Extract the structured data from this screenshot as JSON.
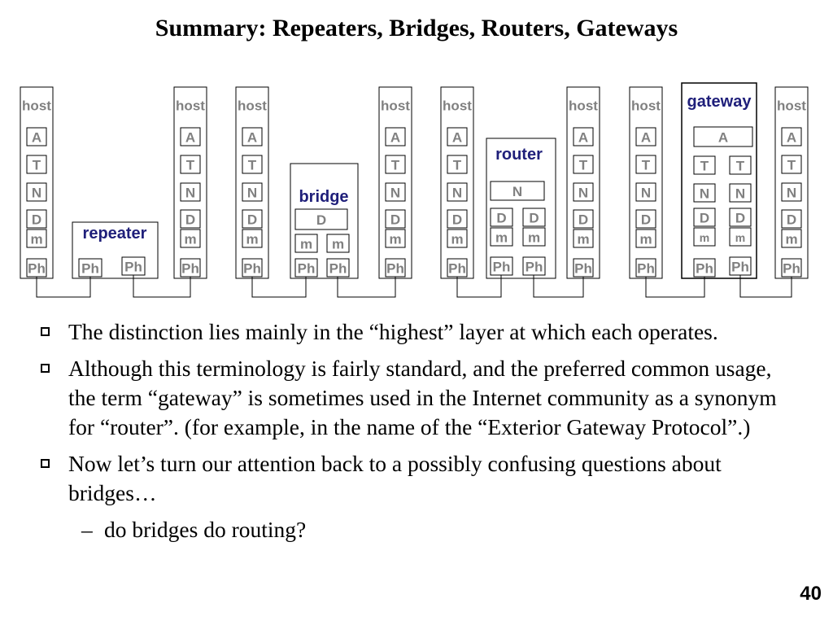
{
  "title": "Summary: Repeaters, Bridges, Routers, Gateways",
  "diagram": {
    "host_label": "host",
    "host_layers": [
      "A",
      "T",
      "N",
      "D",
      "m",
      "Ph"
    ],
    "devices": {
      "repeater": {
        "name": "repeater",
        "layers": [
          "Ph",
          "Ph"
        ]
      },
      "bridge": {
        "name": "bridge",
        "layers": [
          "D",
          "m",
          "m",
          "Ph",
          "Ph"
        ]
      },
      "router": {
        "name": "router",
        "layers": [
          "N",
          "D",
          "D",
          "m",
          "m",
          "Ph",
          "Ph"
        ]
      },
      "gateway": {
        "name": "gateway",
        "layers": [
          "A",
          "T",
          "T",
          "N",
          "N",
          "D",
          "D",
          "m",
          "m",
          "Ph",
          "Ph"
        ]
      }
    }
  },
  "bullets": [
    "The distinction lies mainly in the “highest” layer at which each operates.",
    "Although this terminology is fairly standard, and the preferred common usage, the term “gateway” is sometimes used in the Internet community as a synonym for “router”.   (for example, in the name of the “Exterior Gateway Protocol”.)",
    "Now let’s turn our attention back to a possibly confusing questions about bridges…"
  ],
  "sub_bullet": {
    "dash": "–",
    "text": "do bridges do routing?"
  },
  "page_number": "40"
}
